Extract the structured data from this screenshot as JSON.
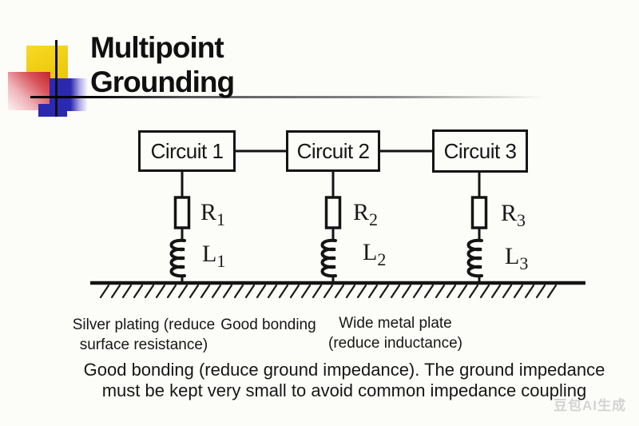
{
  "slide": {
    "title_lines": [
      "Multipoint",
      "Grounding"
    ],
    "watermark": "豆包AI生成"
  },
  "diagram": {
    "circuits": [
      {
        "label": "Circuit 1",
        "resistor": {
          "base": "R",
          "sub": "1"
        },
        "inductor": {
          "base": "L",
          "sub": "1"
        }
      },
      {
        "label": "Circuit 2",
        "resistor": {
          "base": "R",
          "sub": "2"
        },
        "inductor": {
          "base": "L",
          "sub": "2"
        }
      },
      {
        "label": "Circuit 3",
        "resistor": {
          "base": "R",
          "sub": "3"
        },
        "inductor": {
          "base": "L",
          "sub": "3"
        }
      }
    ],
    "ground_annotations": [
      {
        "line1": "Silver plating (reduce",
        "line2": "surface resistance)"
      },
      {
        "line1": "Good bonding",
        "line2": ""
      },
      {
        "line1": "Wide metal plate",
        "line2": "(reduce inductance)"
      }
    ]
  },
  "caption": {
    "line1": "Good bonding (reduce ground impedance). The ground impedance",
    "line2": "must be kept very small to avoid common impedance coupling"
  },
  "colors": {
    "ink": "#141414",
    "accent_yellow": "#e9c403",
    "accent_red": "#c6242b",
    "accent_blue": "#2b29ae",
    "background": "#fcfcf9"
  }
}
